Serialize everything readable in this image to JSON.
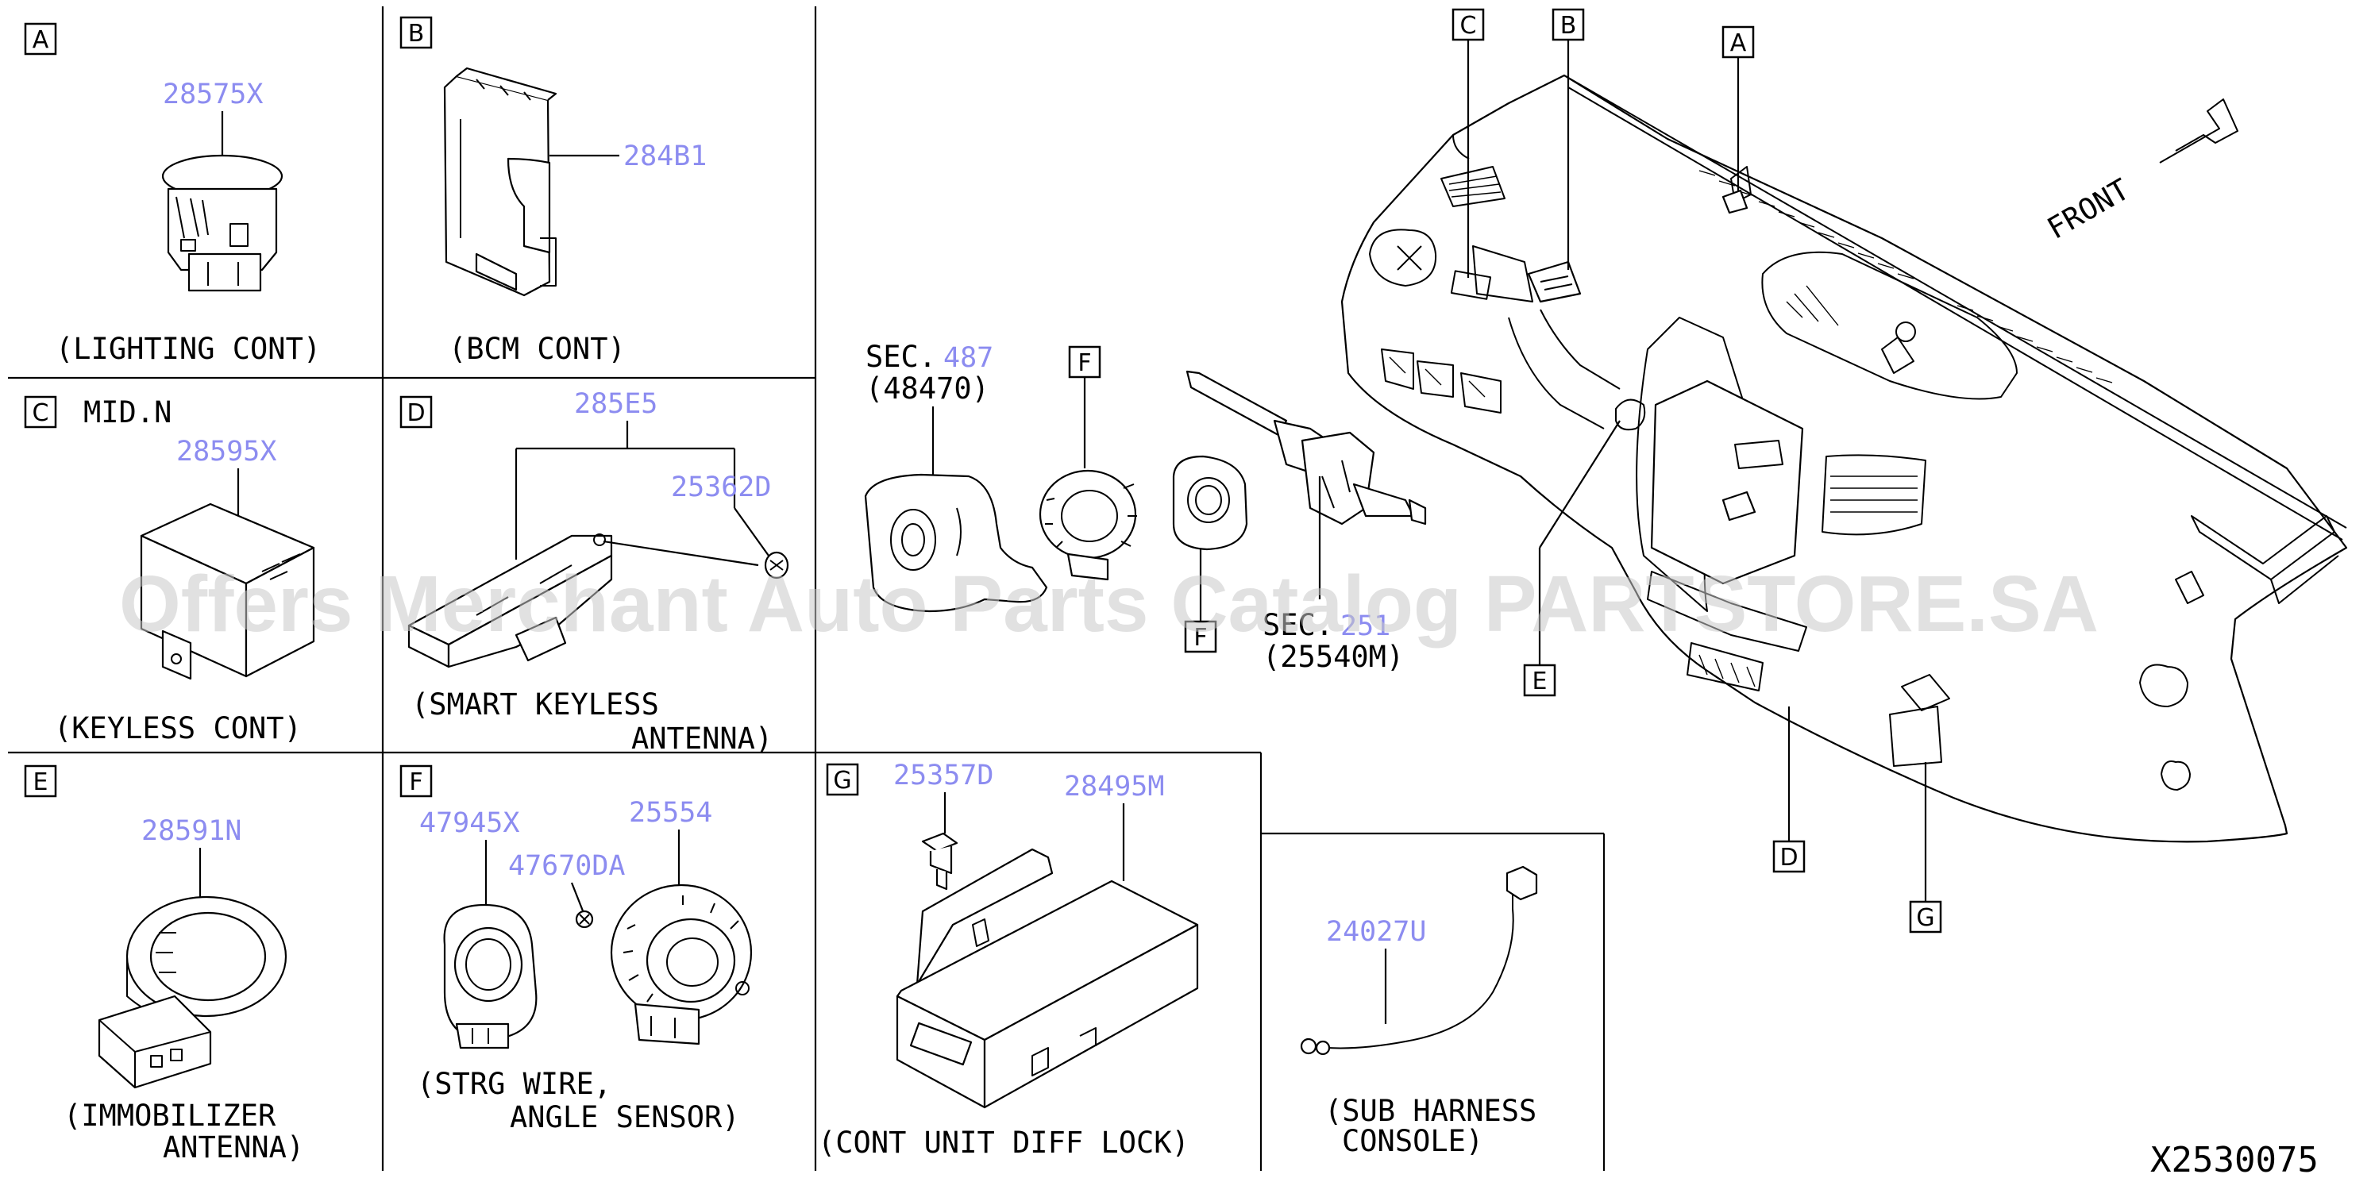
{
  "callout_letters": [
    "A",
    "B",
    "C",
    "D",
    "E",
    "F",
    "G"
  ],
  "panels": {
    "A": {
      "part": "28575X",
      "caption": "(LIGHTING CONT)"
    },
    "B": {
      "part": "284B1",
      "caption": "(BCM CONT)"
    },
    "C": {
      "variant": "MID.N",
      "part": "28595X",
      "caption": "(KEYLESS CONT)"
    },
    "D": {
      "part": "285E5",
      "part2": "25362D",
      "caption_line1": "(SMART KEYLESS",
      "caption_line2": "ANTENNA)"
    },
    "E": {
      "part": "28591N",
      "caption_line1": "(IMMOBILIZER",
      "caption_line2": "ANTENNA)"
    },
    "F": {
      "part": "47945X",
      "part2": "47670DA",
      "part3": "25554",
      "caption_line1": "(STRG WIRE,",
      "caption_line2": "ANGLE SENSOR)"
    },
    "G": {
      "part": "25357D",
      "part2": "28495M",
      "caption": "(CONT UNIT DIFF LOCK)"
    },
    "H": {
      "part": "24027U",
      "caption_line1": "(SUB HARNESS",
      "caption_line2": "CONSOLE)"
    }
  },
  "main": {
    "sec1_prefix": "SEC.",
    "sec1_num": "487",
    "sec1_code": "(48470)",
    "sec2_prefix": "SEC.",
    "sec2_num": "251",
    "sec2_code": "(25540M)",
    "front_label": "FRONT"
  },
  "watermark": "Offers Merchant Auto Parts Catalog PARTSTORE.SA",
  "diagram_code": "X2530075"
}
